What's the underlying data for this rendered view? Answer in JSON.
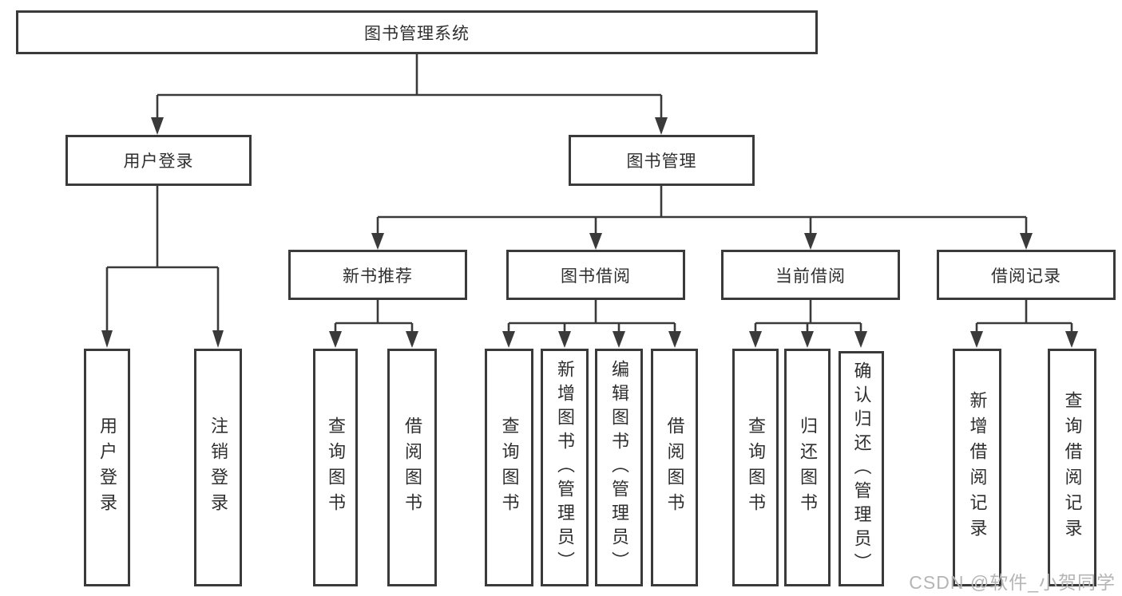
{
  "diagram": {
    "root": {
      "label": "图书管理系统"
    },
    "branches": [
      {
        "label": "用户登录",
        "children": [
          {
            "label": "用户登录"
          },
          {
            "label": "注销登录"
          }
        ]
      },
      {
        "label": "图书管理",
        "children": [
          {
            "label": "新书推荐",
            "children": [
              {
                "label": "查询图书"
              },
              {
                "label": "借阅图书"
              }
            ]
          },
          {
            "label": "图书借阅",
            "children": [
              {
                "label": "查询图书"
              },
              {
                "label": "新增图书（管理员）"
              },
              {
                "label": "编辑图书（管理员）"
              },
              {
                "label": "借阅图书"
              }
            ]
          },
          {
            "label": "当前借阅",
            "children": [
              {
                "label": "查询图书"
              },
              {
                "label": "归还图书"
              },
              {
                "label": "确认归还（管理员）"
              }
            ]
          },
          {
            "label": "借阅记录",
            "children": [
              {
                "label": "新增借阅记录"
              },
              {
                "label": "查询借阅记录"
              }
            ]
          }
        ]
      }
    ]
  },
  "colors": {
    "line": "#3a3a3a",
    "text": "#2f2f2f",
    "watermark": "#b5b5b5",
    "background": "#ffffff"
  },
  "watermark": "CSDN @软件_小贺同学"
}
